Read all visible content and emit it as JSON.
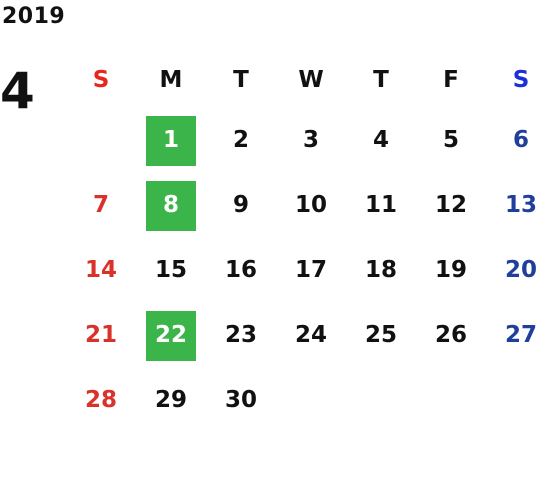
{
  "calendar": {
    "year": "2019",
    "month": "4",
    "weekdays": [
      "S",
      "M",
      "T",
      "W",
      "T",
      "F",
      "S"
    ],
    "weeks": [
      [
        "",
        "1",
        "2",
        "3",
        "4",
        "5",
        "6"
      ],
      [
        "7",
        "8",
        "9",
        "10",
        "11",
        "12",
        "13"
      ],
      [
        "14",
        "15",
        "16",
        "17",
        "18",
        "19",
        "20"
      ],
      [
        "21",
        "22",
        "23",
        "24",
        "25",
        "26",
        "27"
      ],
      [
        "28",
        "29",
        "30",
        "",
        "",
        "",
        ""
      ]
    ],
    "highlighted_days": [
      "1",
      "8",
      "22"
    ]
  },
  "colors": {
    "text": "#111111",
    "sunday_header": "#e8261e",
    "saturday_header": "#1c2fd6",
    "sunday": "#d9322a",
    "saturday": "#1f3f9a",
    "highlight_bg": "#3bb54a",
    "highlight_text": "#ffffff"
  }
}
